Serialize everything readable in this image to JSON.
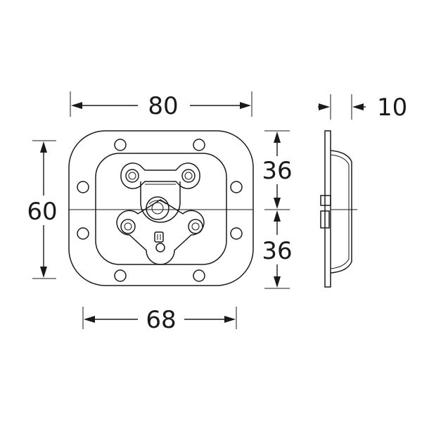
{
  "drawing": {
    "dimensions": {
      "overall_width": "80",
      "overall_height": "60",
      "recess_width": "68",
      "upper_half_height": "36",
      "lower_half_height": "36",
      "depth": "10"
    },
    "colors": {
      "line": "#1a1a1a",
      "background": "#ffffff"
    }
  }
}
